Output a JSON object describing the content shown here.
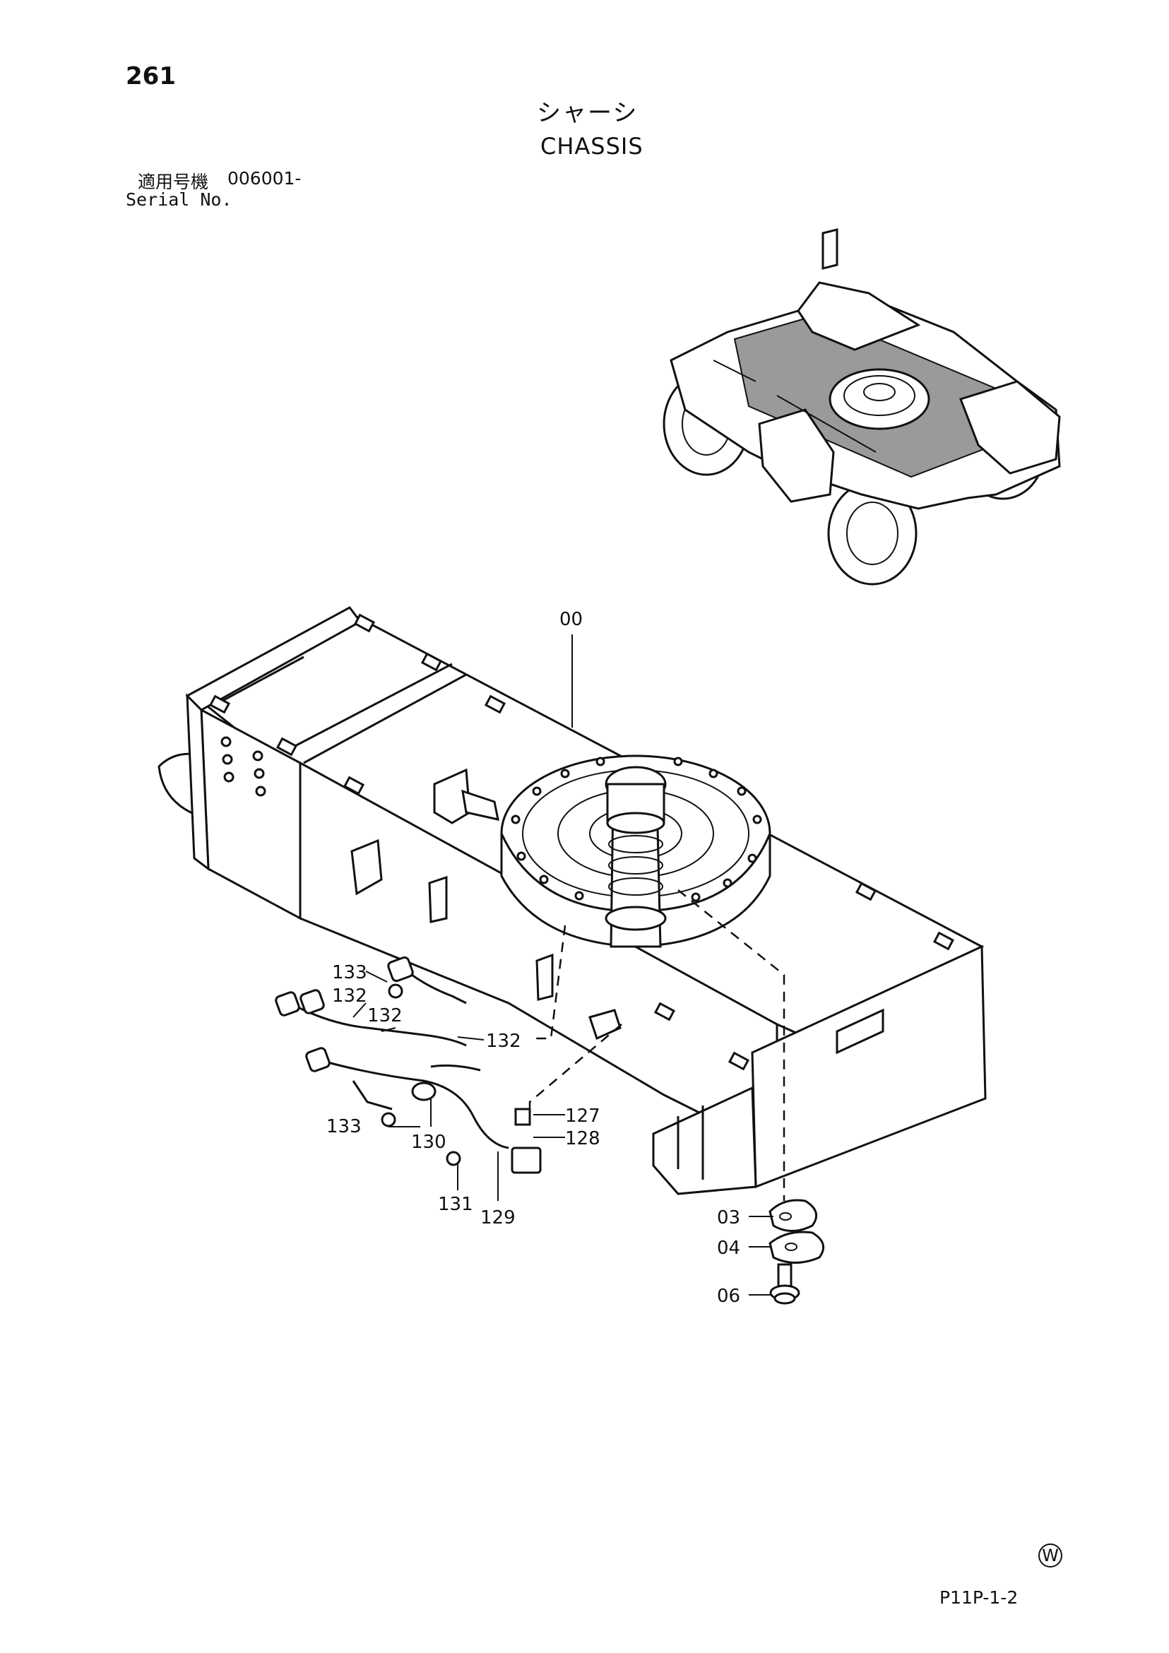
{
  "header": {
    "page_number": "261",
    "title_jp": "シャーシ",
    "title_en": "CHASSIS",
    "serial_label_jp": "適用号機",
    "serial_value": "006001-",
    "serial_label_en": "Serial No."
  },
  "callouts": {
    "c00": "00",
    "c03": "03",
    "c04": "04",
    "c06": "06",
    "c127": "127",
    "c128": "128",
    "c129": "129",
    "c130": "130",
    "c131": "131",
    "c132a": "132",
    "c132b": "132",
    "c132c": "132",
    "c133a": "133",
    "c133b": "133"
  },
  "footer": {
    "mark": "W",
    "code": "P11P-1-2"
  }
}
